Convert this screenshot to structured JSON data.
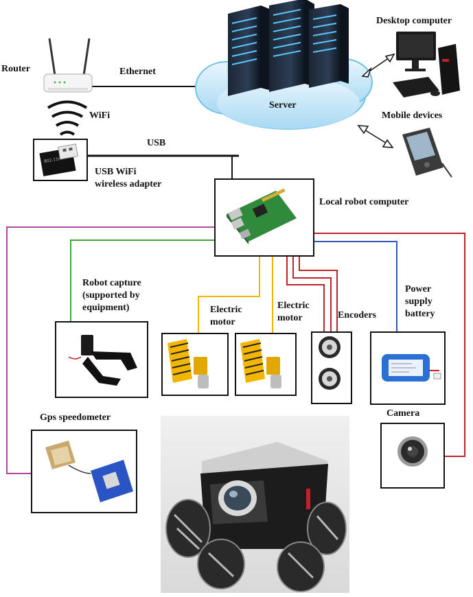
{
  "labels": {
    "router": "Router",
    "ethernet": "Ethernet",
    "wifi": "WiFi",
    "usb": "USB",
    "usb_adapter_line1": "USB WiFi",
    "usb_adapter_line2": "wireless adapter",
    "server": "Server",
    "desktop": "Desktop computer",
    "mobile": "Mobile devices",
    "local_computer": "Local robot computer",
    "robot_capture_1": "Robot capture",
    "robot_capture_2": "(supported by",
    "robot_capture_3": "equipment)",
    "motor1_line1": "Electric",
    "motor1_line2": "motor",
    "motor2_line1": "Electric",
    "motor2_line2": "motor",
    "encoders": "Encoders",
    "power_1": "Power",
    "power_2": "supply",
    "power_3": "battery",
    "camera": "Camera",
    "gps": "Gps speedometer"
  },
  "adapter_text": "802.11n",
  "colors": {
    "purple": "#b5479a",
    "green": "#3aa635",
    "yellow": "#f2b600",
    "red": "#c0212b",
    "blue": "#3656b8",
    "black": "#111111"
  }
}
